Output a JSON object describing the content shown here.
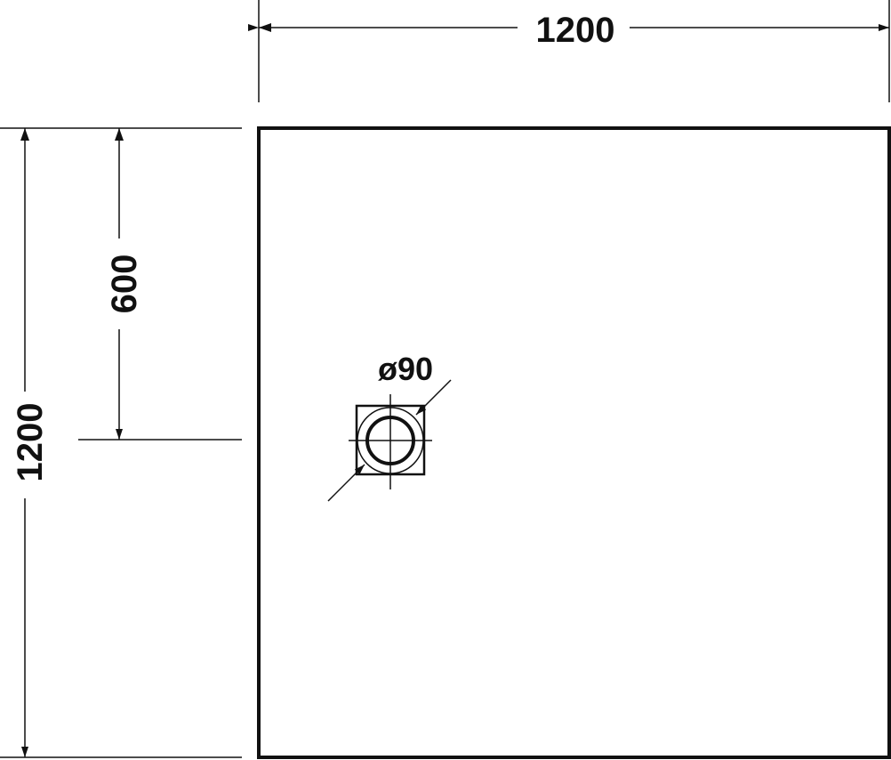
{
  "dimensions": {
    "width": "1200",
    "height": "1200",
    "drain_offset": "600",
    "drain_diameter": "ø90"
  },
  "colors": {
    "line": "#111111",
    "background": "#ffffff"
  }
}
